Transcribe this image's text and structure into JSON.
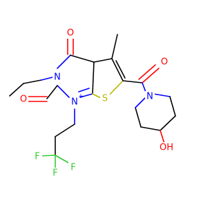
{
  "molecule": {
    "atoms": [
      {
        "id": "o-top",
        "symbol": "O",
        "element": "oxygen",
        "color": "#ff0000"
      },
      {
        "id": "o-left",
        "symbol": "O",
        "element": "oxygen",
        "color": "#ff0000"
      },
      {
        "id": "o-carbonyl",
        "symbol": "O",
        "element": "oxygen",
        "color": "#ff0000"
      },
      {
        "id": "n-ethyl",
        "symbol": "N",
        "element": "nitrogen",
        "color": "#0000ff"
      },
      {
        "id": "n-cation",
        "symbol": "N",
        "charge": "+",
        "element": "nitrogen",
        "color": "#0000ff"
      },
      {
        "id": "n-piperidine",
        "symbol": "N",
        "element": "nitrogen",
        "color": "#0000ff"
      },
      {
        "id": "s-thiophene",
        "symbol": "S",
        "element": "sulfur",
        "color": "#b8b800"
      },
      {
        "id": "f-1",
        "symbol": "F",
        "element": "fluorine",
        "color": "#33cc33"
      },
      {
        "id": "f-2",
        "symbol": "F",
        "element": "fluorine",
        "color": "#33cc33"
      },
      {
        "id": "f-3",
        "symbol": "F",
        "element": "fluorine",
        "color": "#33cc33"
      },
      {
        "id": "oh",
        "symbol": "OH",
        "element": "hydroxyl",
        "color": "#ff0000"
      }
    ]
  }
}
